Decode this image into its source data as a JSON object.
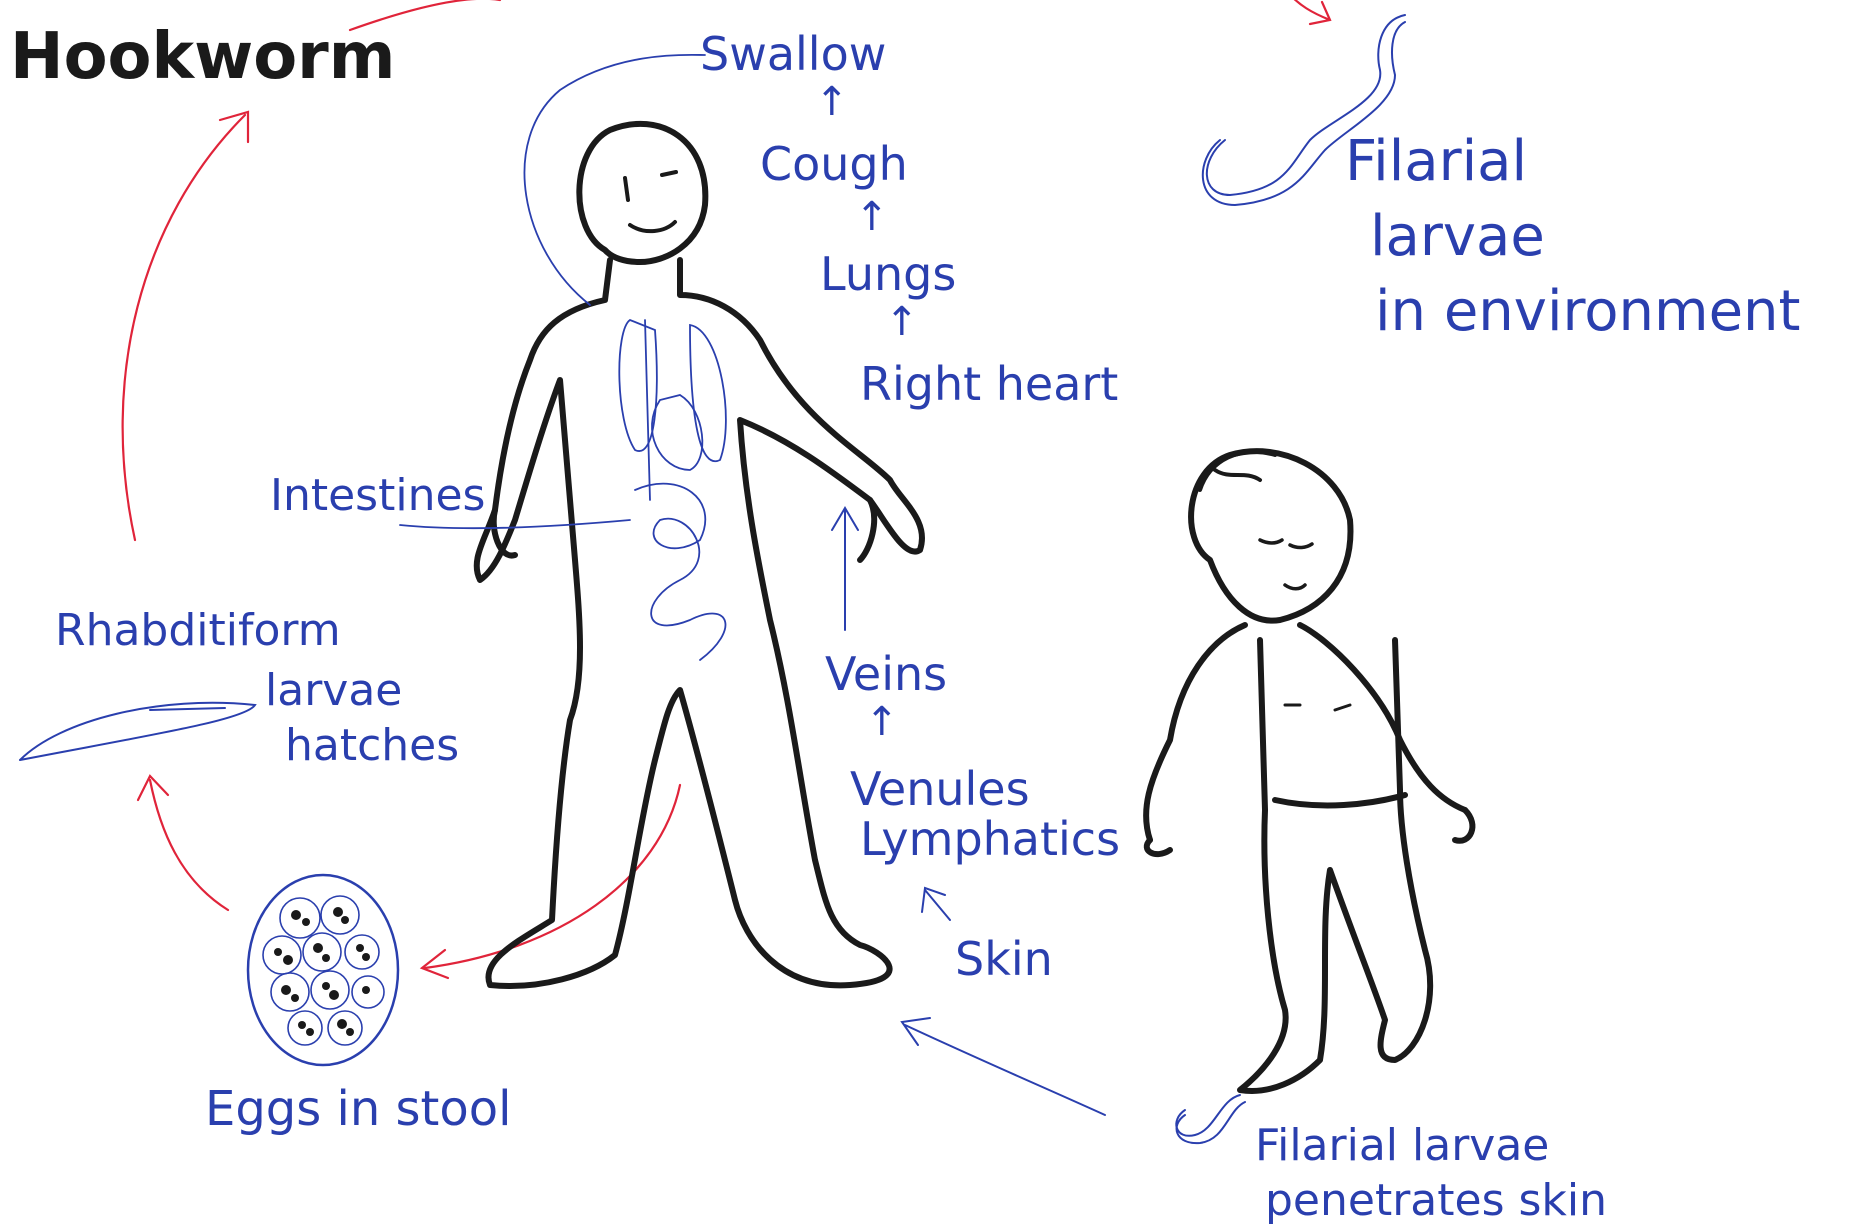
{
  "title": "Hookworm",
  "labels": {
    "swallow": "Swallow",
    "cough": "Cough",
    "lungs": "Lungs",
    "right_heart": "Right heart",
    "intestines": "Intestines",
    "veins": "Veins",
    "venules": "Venules",
    "lymphatics": "Lymphatics",
    "skin": "Skin",
    "rhabditiform_line1": "Rhabditiform",
    "rhabditiform_line2": "larvae",
    "rhabditiform_line3": "hatches",
    "eggs": "Eggs in stool",
    "filarial_env_line1": "Filarial",
    "filarial_env_line2": "larvae",
    "filarial_env_line3": "in environment",
    "penetrates_line1": "Filarial larvae",
    "penetrates_line2": "penetrates skin",
    "arrow_up": "↑"
  },
  "colors": {
    "ink_black": "#1a1a1a",
    "ink_blue": "#2a3fae",
    "ink_red": "#e0243a"
  }
}
